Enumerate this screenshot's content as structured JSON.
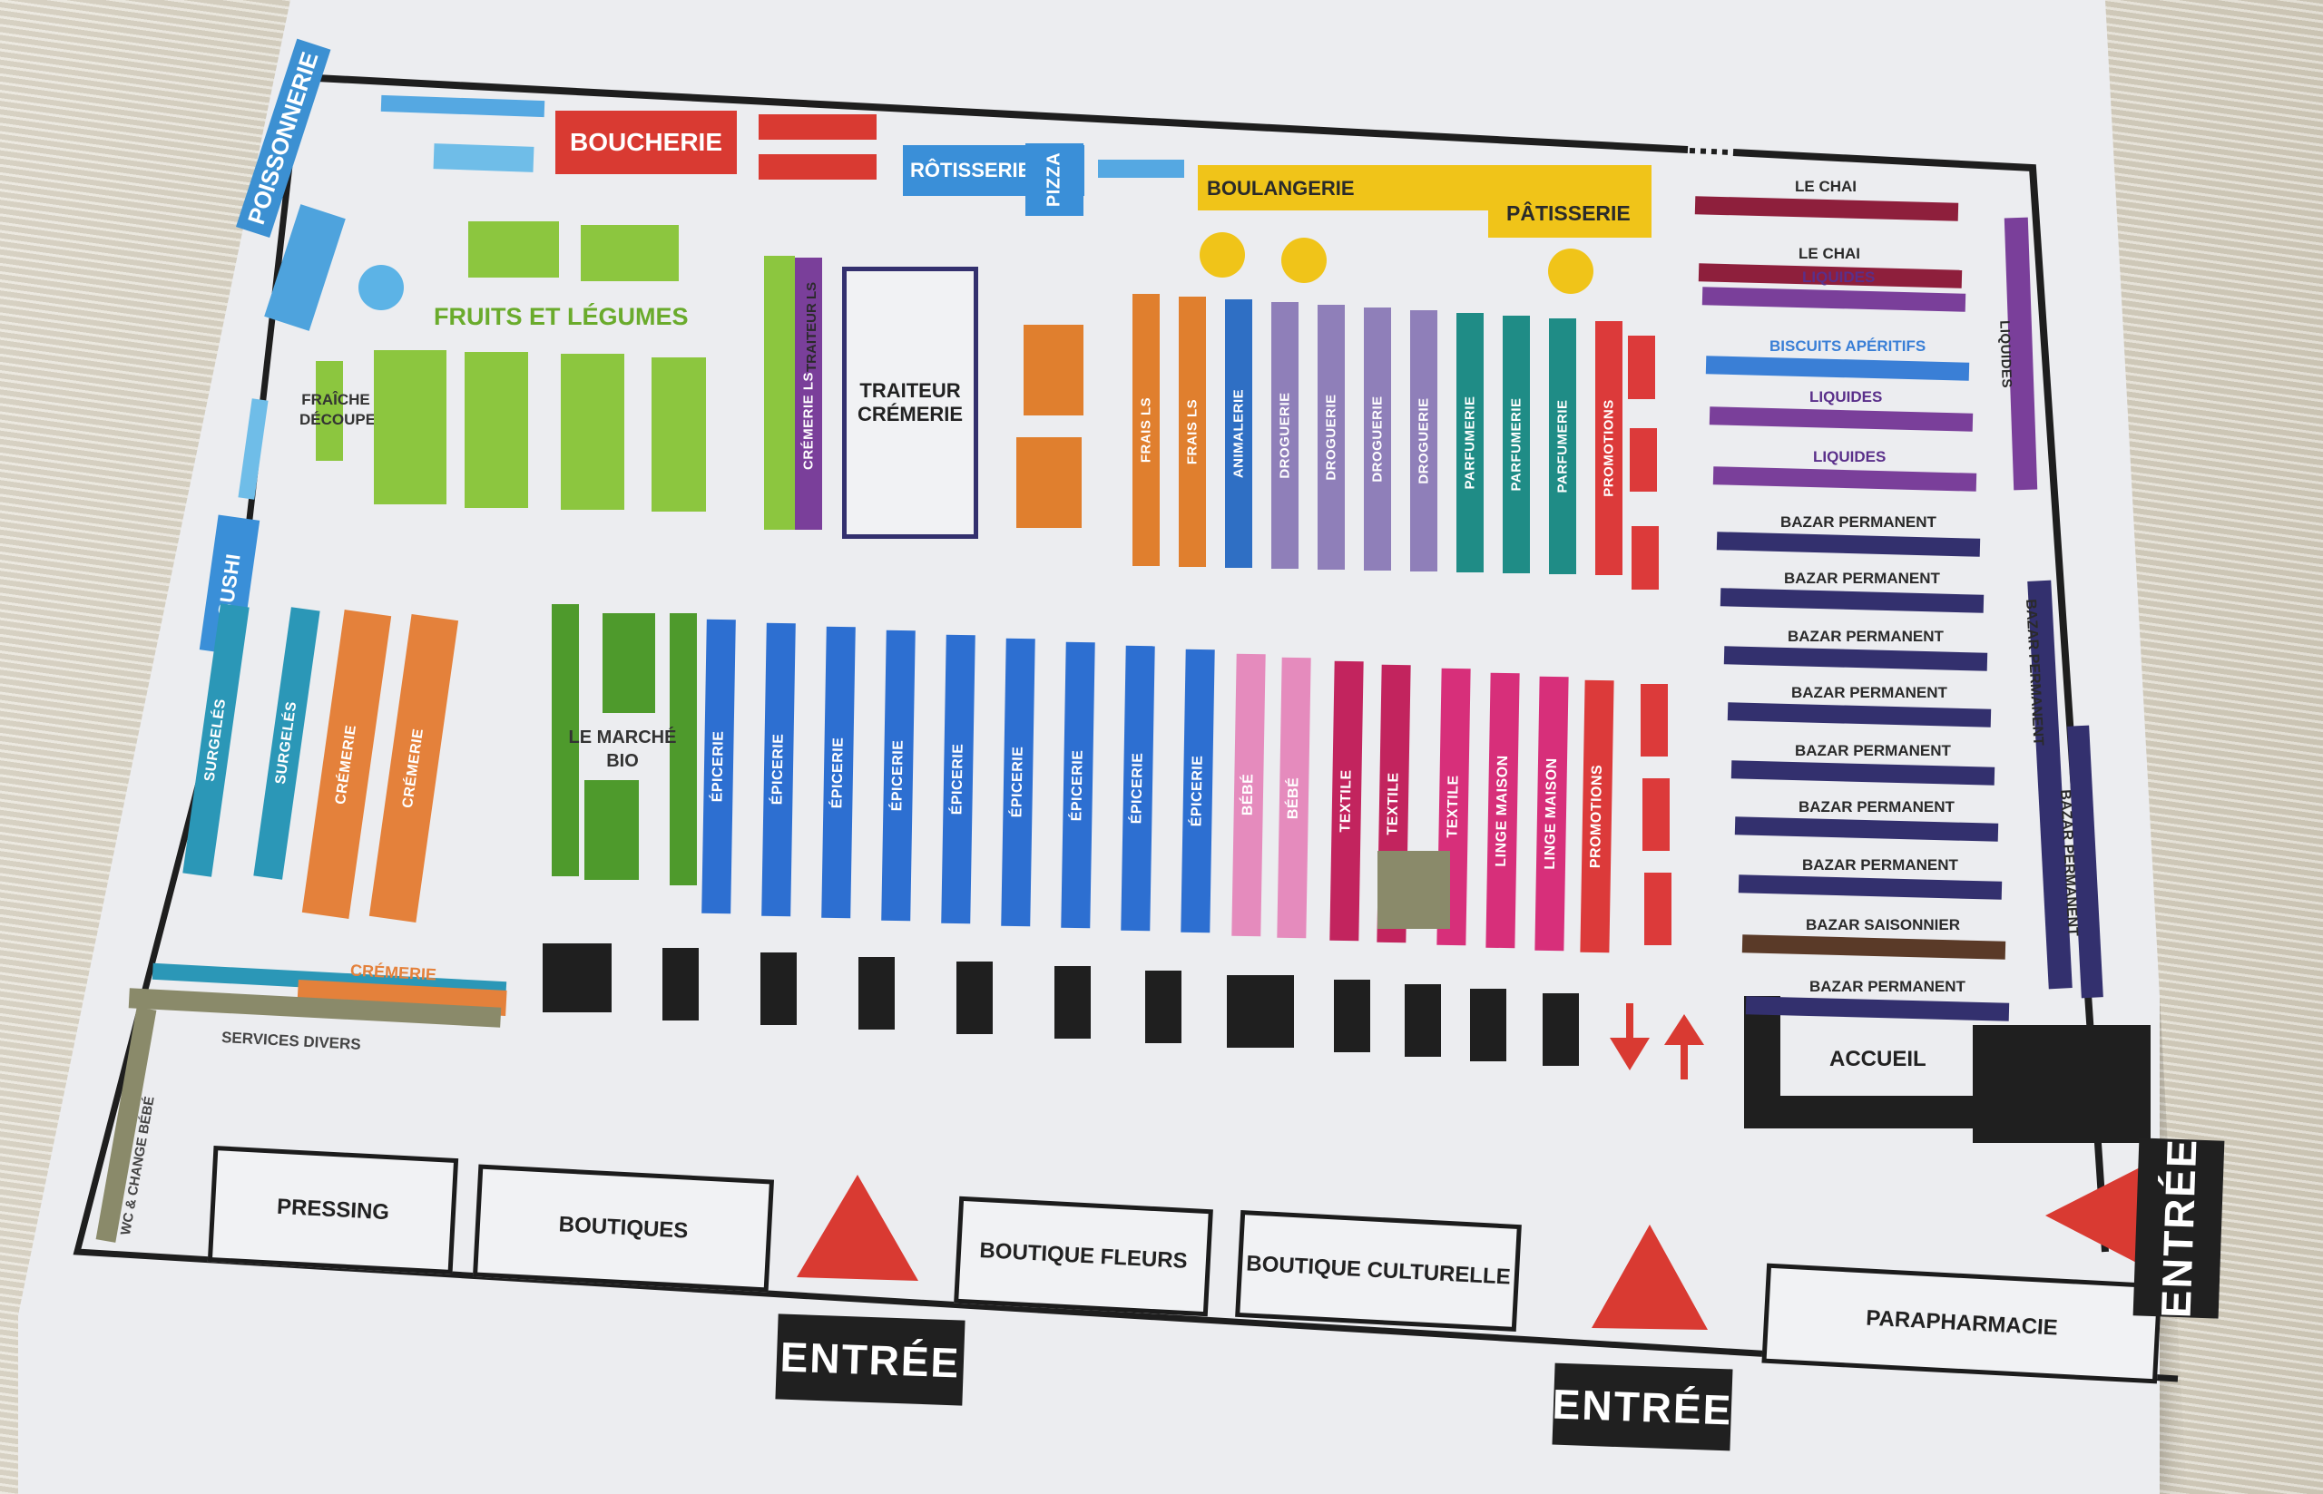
{
  "sections": {
    "poissonnerie": "POISSONNERIE",
    "boucherie": "BOUCHERIE",
    "rotisserie": "RÔTISSERIE",
    "pizza": "PIZZA",
    "boulangerie": "BOULANGERIE",
    "patisserie": "PÂTISSERIE",
    "fruits_legumes": "FRUITS ET LÉGUMES",
    "fraiche_decoupe": "FRAÎCHE DÉCOUPE",
    "sushi": "SUSHI",
    "traiteur_ls": "TRAITEUR LS",
    "cremerie_ls": "CRÉMERIE LS",
    "traiteur_cremerie_1": "TRAITEUR",
    "traiteur_cremerie_2": "CRÉMERIE",
    "le_marche_bio_1": "LE MARCHÉ",
    "le_marche_bio_2": "BIO",
    "services_divers": "SERVICES DIVERS",
    "wc_change_bebe": "WC & CHANGE BÉBÉ",
    "cremerie_bottom": "CRÉMERIE",
    "accueil": "ACCUEIL",
    "liquides_side": "LIQUIDES",
    "bazar_permanent_side_1": "BAZAR PERMANENT",
    "bazar_permanent_side_2": "BAZAR PERMANENT"
  },
  "top_aisles": [
    {
      "label": "FRAIS LS",
      "color": "#e07f2e"
    },
    {
      "label": "FRAIS LS",
      "color": "#e07f2e"
    },
    {
      "label": "ANIMALERIE",
      "color": "#2f6fc4"
    },
    {
      "label": "DROGUERIE",
      "color": "#8f7fb9"
    },
    {
      "label": "DROGUERIE",
      "color": "#8f7fb9"
    },
    {
      "label": "DROGUERIE",
      "color": "#8f7fb9"
    },
    {
      "label": "DROGUERIE",
      "color": "#8f7fb9"
    },
    {
      "label": "PARFUMERIE",
      "color": "#1f8c86"
    },
    {
      "label": "PARFUMERIE",
      "color": "#1f8c86"
    },
    {
      "label": "PARFUMERIE",
      "color": "#1f8c86"
    },
    {
      "label": "PROMOTIONS",
      "color": "#dc3a3a"
    }
  ],
  "bottom_aisles": [
    {
      "label": "SURGELÉS",
      "color": "#2b97b7"
    },
    {
      "label": "SURGELÉS",
      "color": "#2b97b7"
    },
    {
      "label": "CRÉMERIE",
      "color": "#e4813b"
    },
    {
      "label": "CRÉMERIE",
      "color": "#e4813b"
    },
    {
      "label": "ÉPICERIE",
      "color": "#2d6fd1"
    },
    {
      "label": "ÉPICERIE",
      "color": "#2d6fd1"
    },
    {
      "label": "ÉPICERIE",
      "color": "#2d6fd1"
    },
    {
      "label": "ÉPICERIE",
      "color": "#2d6fd1"
    },
    {
      "label": "ÉPICERIE",
      "color": "#2d6fd1"
    },
    {
      "label": "ÉPICERIE",
      "color": "#2d6fd1"
    },
    {
      "label": "ÉPICERIE",
      "color": "#2d6fd1"
    },
    {
      "label": "ÉPICERIE",
      "color": "#2d6fd1"
    },
    {
      "label": "ÉPICERIE",
      "color": "#2d6fd1"
    },
    {
      "label": "BÉBÉ",
      "color": "#e58bbd"
    },
    {
      "label": "BÉBÉ",
      "color": "#e58bbd"
    },
    {
      "label": "TEXTILE",
      "color": "#c2245e"
    },
    {
      "label": "TEXTILE",
      "color": "#c2245e"
    },
    {
      "label": "TEXTILE",
      "color": "#d72f7a"
    },
    {
      "label": "LINGE MAISON",
      "color": "#d72f7a"
    },
    {
      "label": "LINGE MAISON",
      "color": "#d72f7a"
    },
    {
      "label": "PROMOTIONS",
      "color": "#dc3a3a"
    }
  ],
  "right_rows": [
    {
      "label": "LE CHAI",
      "color": "#8e1f3c"
    },
    {
      "label": "LE CHAI",
      "color": "#8e1f3c"
    },
    {
      "label": "LIQUIDES",
      "color": "#7a3f9a"
    },
    {
      "label": "BISCUITS APÉRITIFS",
      "color": "#3a7fd6"
    },
    {
      "label": "LIQUIDES",
      "color": "#7a3f9a"
    },
    {
      "label": "LIQUIDES",
      "color": "#7a3f9a"
    },
    {
      "label": "BAZAR PERMANENT",
      "color": "#33306e"
    },
    {
      "label": "BAZAR PERMANENT",
      "color": "#33306e"
    },
    {
      "label": "BAZAR PERMANENT",
      "color": "#33306e"
    },
    {
      "label": "BAZAR PERMANENT",
      "color": "#33306e"
    },
    {
      "label": "BAZAR PERMANENT",
      "color": "#33306e"
    },
    {
      "label": "BAZAR PERMANENT",
      "color": "#33306e"
    },
    {
      "label": "BAZAR PERMANENT",
      "color": "#33306e"
    },
    {
      "label": "BAZAR SAISONNIER",
      "color": "#5a3a28"
    },
    {
      "label": "BAZAR PERMANENT",
      "color": "#33306e"
    }
  ],
  "shops": {
    "pressing": "PRESSING",
    "boutiques": "BOUTIQUES",
    "boutique_fleurs": "BOUTIQUE FLEURS",
    "boutique_culturelle": "BOUTIQUE CULTURELLE",
    "parapharmacie": "PARAPHARMACIE"
  },
  "entrances": {
    "entree_1": "ENTRÉE",
    "entree_2": "ENTRÉE",
    "entree_3": "ENTRÉE"
  },
  "colors": {
    "red": "#d93a32",
    "green": "#8cc63f",
    "dark_green": "#4e9a2c",
    "blue": "#2d6fd1",
    "yellow": "#f0c419",
    "dark": "#1f1f1f"
  }
}
